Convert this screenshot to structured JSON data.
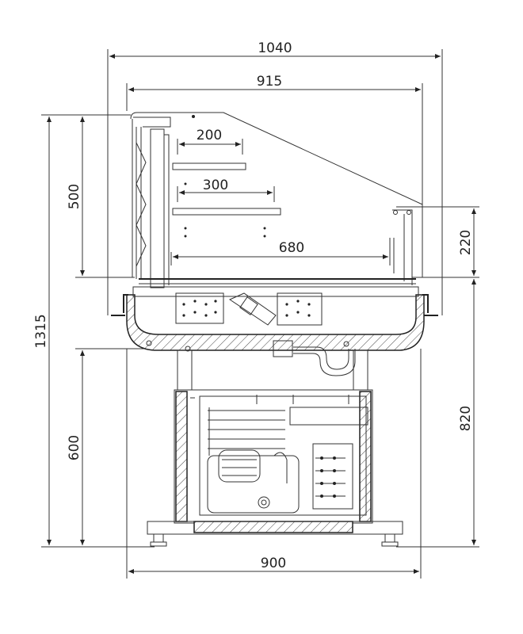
{
  "dimensions": {
    "top_overall_width": "1040",
    "top_inner_width": "915",
    "shelf_upper": "200",
    "shelf_lower": "300",
    "deck_width": "680",
    "bottom_width": "900",
    "left_total_height": "1315",
    "left_upper_height": "500",
    "left_lower_height": "600",
    "right_upper_height": "220",
    "right_lower_height": "820"
  }
}
